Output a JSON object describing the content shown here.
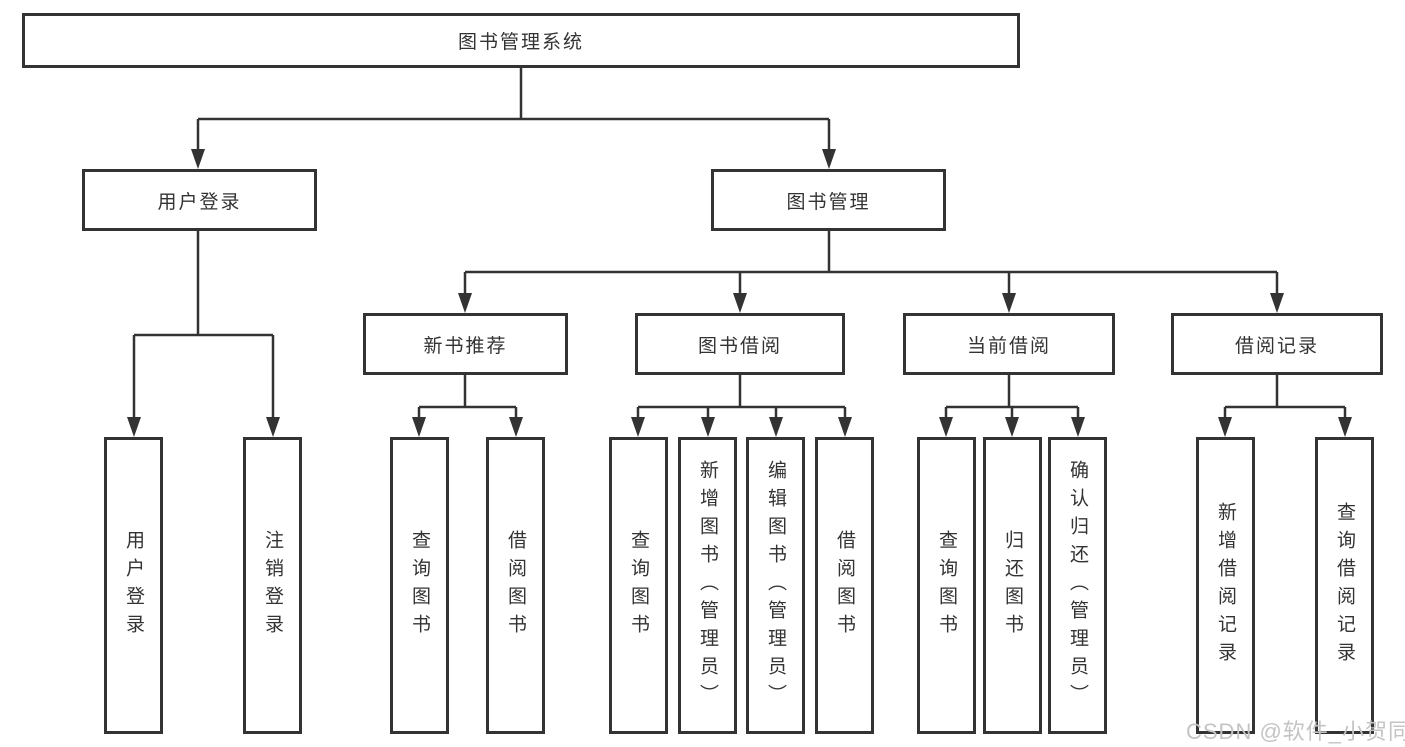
{
  "colors": {
    "line": "#333333",
    "box_border": "#333333",
    "text": "#333333",
    "background": "#ffffff",
    "watermark": "#c4c4c4"
  },
  "chart_type": "tree-diagram",
  "tree": {
    "root": {
      "label": "图书管理系统"
    },
    "branches": [
      {
        "label": "用户登录",
        "children": [
          {
            "label": "用户登录"
          },
          {
            "label": "注销登录"
          }
        ]
      },
      {
        "label": "图书管理",
        "children": [
          {
            "label": "新书推荐",
            "children": [
              {
                "label": "查询图书"
              },
              {
                "label": "借阅图书"
              }
            ]
          },
          {
            "label": "图书借阅",
            "children": [
              {
                "label": "查询图书"
              },
              {
                "label": "新增图书（管理员）"
              },
              {
                "label": "编辑图书（管理员）"
              },
              {
                "label": "借阅图书"
              }
            ]
          },
          {
            "label": "当前借阅",
            "children": [
              {
                "label": "查询图书"
              },
              {
                "label": "归还图书"
              },
              {
                "label": "确认归还（管理员）"
              }
            ]
          },
          {
            "label": "借阅记录",
            "children": [
              {
                "label": "新增借阅记录"
              },
              {
                "label": "查询借阅记录"
              }
            ]
          }
        ]
      }
    ]
  },
  "watermark": {
    "text": "CSDN @软件_小贺同学"
  }
}
